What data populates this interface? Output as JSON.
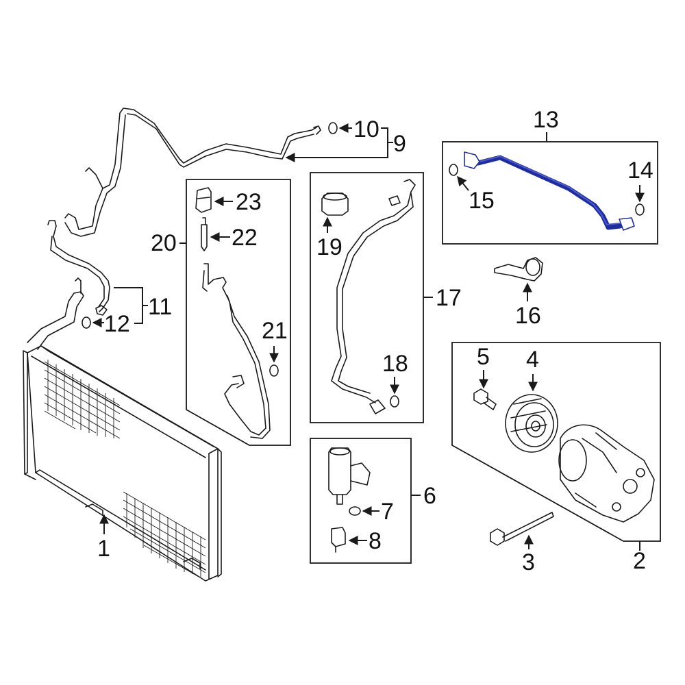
{
  "diagram": {
    "callouts": [
      {
        "id": "c1",
        "label": "1"
      },
      {
        "id": "c2",
        "label": "2"
      },
      {
        "id": "c3",
        "label": "3"
      },
      {
        "id": "c4",
        "label": "4"
      },
      {
        "id": "c5",
        "label": "5"
      },
      {
        "id": "c6",
        "label": "6"
      },
      {
        "id": "c7",
        "label": "7"
      },
      {
        "id": "c8",
        "label": "8"
      },
      {
        "id": "c9",
        "label": "9"
      },
      {
        "id": "c10",
        "label": "10"
      },
      {
        "id": "c11",
        "label": "11"
      },
      {
        "id": "c12",
        "label": "12"
      },
      {
        "id": "c13",
        "label": "13"
      },
      {
        "id": "c14",
        "label": "14"
      },
      {
        "id": "c15",
        "label": "15"
      },
      {
        "id": "c16",
        "label": "16"
      },
      {
        "id": "c17",
        "label": "17"
      },
      {
        "id": "c18",
        "label": "18"
      },
      {
        "id": "c19",
        "label": "19"
      },
      {
        "id": "c20",
        "label": "20"
      },
      {
        "id": "c21",
        "label": "21"
      },
      {
        "id": "c22",
        "label": "22"
      },
      {
        "id": "c23",
        "label": "23"
      }
    ],
    "highlight_part": "13",
    "highlight_color": "#1f2d9c",
    "line_color": "#1a1a1a"
  }
}
